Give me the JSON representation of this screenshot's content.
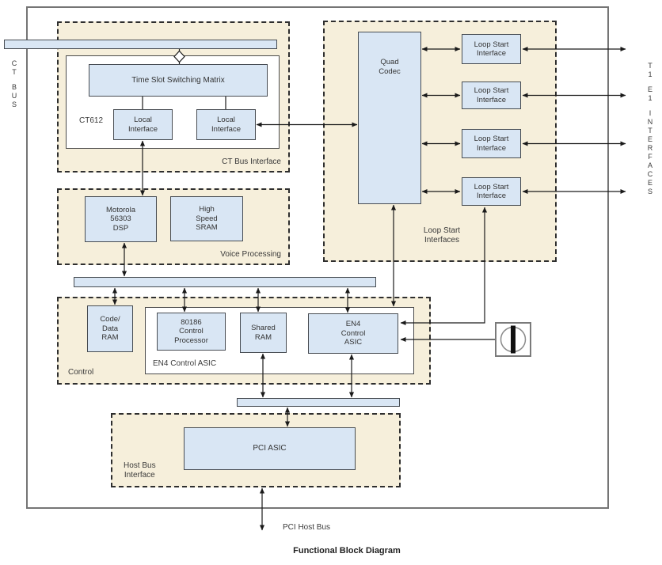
{
  "caption": "Functional Block Diagram",
  "labels": {
    "pci_host_bus": "PCI Host Bus"
  },
  "left_rail": {
    "words": [
      "CT",
      "BUS"
    ]
  },
  "right_rail": {
    "words": [
      "T1",
      "E1",
      "INTERFACES"
    ]
  },
  "regions": {
    "ct_bus_interface": {
      "label": "CT Bus Interface",
      "chip_label": "CT612"
    },
    "voice_processing": {
      "label": "Voice Processing"
    },
    "control": {
      "label": "Control",
      "group_label": "EN4 Control ASIC"
    },
    "host_bus_interface": {
      "label": "Host Bus\nInterface"
    },
    "loop_start": {
      "label": "Loop Start\nInterfaces"
    }
  },
  "blocks": {
    "time_slot_switching_matrix": "Time Slot Switching Matrix",
    "local_interface": "Local\nInterface",
    "dsp": "Motorola\n56303\nDSP",
    "high_speed_sram": "High\nSpeed\nSRAM",
    "code_data_ram": "Code/\nData\nRAM",
    "control_processor": "80186\nControl\nProcessor",
    "shared_ram": "Shared\nRAM",
    "en4_control_asic": "EN4\nControl\nASIC",
    "pci_asic": "PCI ASIC",
    "quad_codec": "Quad\nCodec",
    "loop_start_interface": "Loop Start\nInterface"
  },
  "colors": {
    "block_fill": "#d9e6f4",
    "region_fill": "#f6efdb",
    "frame_stroke": "#757575",
    "wire": "#1a1a1a"
  }
}
